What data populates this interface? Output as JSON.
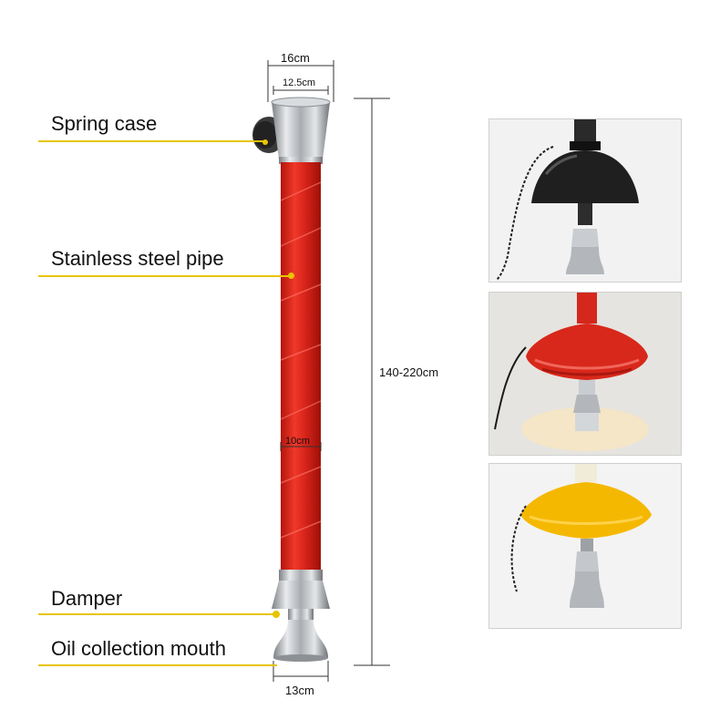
{
  "labels": {
    "spring_case": "Spring case",
    "pipe": "Stainless steel pipe",
    "damper": "Damper",
    "oil_mouth": "Oil collection mouth"
  },
  "dimensions": {
    "top_outer": "16cm",
    "top_inner": "12.5cm",
    "pipe_diameter": "10cm",
    "bottom": "13cm",
    "length": "140-220cm"
  },
  "colors": {
    "pipe": "#e0261a",
    "steel": "#b9bcc0",
    "leader": "#e7c400",
    "hood_black": "#1c1c1c",
    "hood_red": "#e0261a",
    "hood_yellow": "#f5b800"
  },
  "photos": [
    {
      "name": "black-hood-photo"
    },
    {
      "name": "red-hood-photo"
    },
    {
      "name": "yellow-hood-photo"
    }
  ]
}
